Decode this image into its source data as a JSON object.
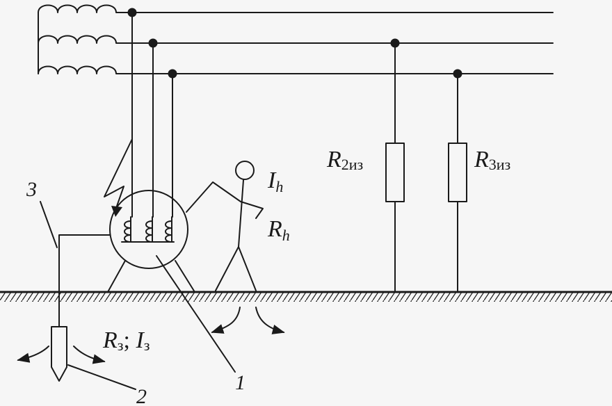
{
  "labels": {
    "r2": {
      "main": "R",
      "sub": "2из"
    },
    "r3": {
      "main": "R",
      "sub": "3из"
    },
    "ih": {
      "main": "I",
      "sub": "h"
    },
    "rh": {
      "main": "R",
      "sub": "h"
    },
    "ground": {
      "r": "R",
      "r_sub": "з",
      "sep": "; ",
      "i": "I",
      "i_sub": "з"
    },
    "callout_1": "1",
    "callout_2": "2",
    "callout_3": "3"
  },
  "colors": {
    "line": "#1a1a1a",
    "background": "#f6f6f6"
  }
}
